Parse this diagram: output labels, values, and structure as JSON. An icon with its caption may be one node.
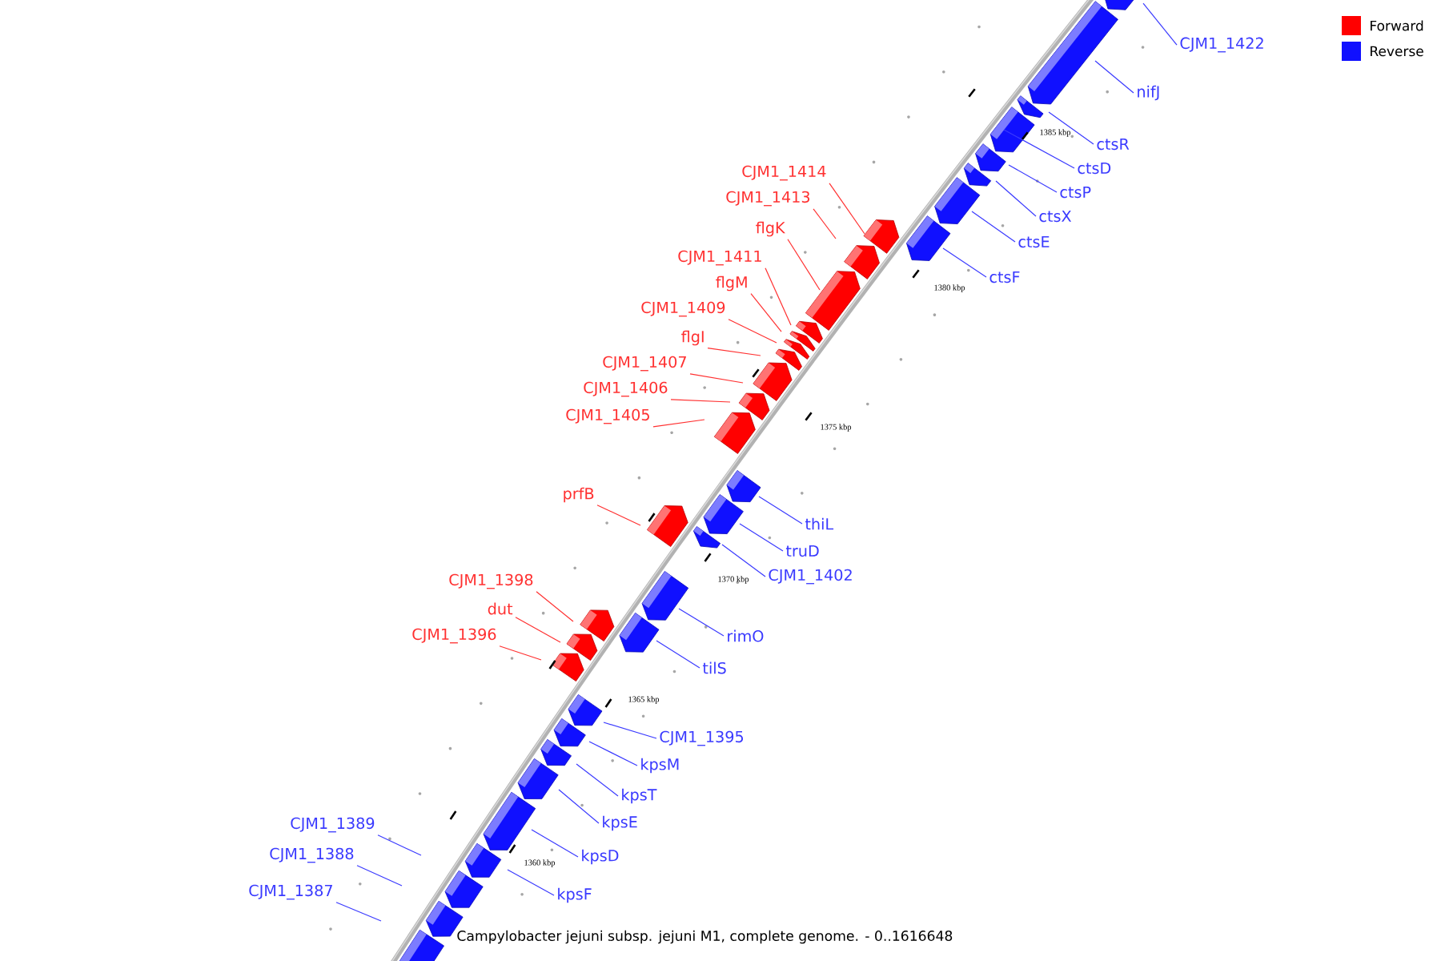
{
  "diagram": {
    "caption": "Campylobacter jejuni subsp. jejuni M1, complete genome. - 0..1616648",
    "nodes": [
      {
        "text": [
          "CJM1_1422"
        ]
      },
      {
        "text": [
          "nifJ"
        ]
      },
      {
        "text": [
          "ctsR"
        ]
      },
      {
        "text": [
          "ctsD"
        ]
      },
      {
        "text": [
          "CJM1_1414"
        ]
      },
      {
        "text": [
          "ctsP"
        ]
      },
      {
        "text": [
          "CJM1_1413"
        ]
      },
      {
        "text": [
          "ctsX"
        ]
      },
      {
        "text": [
          "flgK"
        ]
      },
      {
        "text": [
          "ctsE"
        ]
      },
      {
        "text": [
          "CJM1_1411"
        ]
      },
      {
        "text": [
          "ctsF"
        ]
      },
      {
        "text": [
          "flgM"
        ]
      },
      {
        "text": [
          "CJM1_1409"
        ]
      },
      {
        "text": [
          "flgI"
        ]
      },
      {
        "text": [
          "CJM1_1407"
        ]
      },
      {
        "text": [
          "CJM1_1406"
        ]
      },
      {
        "text": [
          "CJM1_1405"
        ]
      },
      {
        "text": [
          "prfB"
        ]
      },
      {
        "text": [
          "thiL"
        ]
      },
      {
        "text": [
          "truD"
        ]
      },
      {
        "text": [
          "CJM1_1402"
        ]
      },
      {
        "text": [
          "CJM1_1398"
        ]
      },
      {
        "text": [
          "dut"
        ]
      },
      {
        "text": [
          "rimO"
        ]
      },
      {
        "text": [
          "CJM1_1396"
        ]
      },
      {
        "text": [
          "tilS"
        ]
      },
      {
        "text": [
          "CJM1_1395"
        ]
      },
      {
        "text": [
          "kpsM"
        ]
      },
      {
        "text": [
          "kpsT"
        ]
      },
      {
        "text": [
          "kpsE"
        ]
      },
      {
        "text": [
          "CJM1_1389"
        ]
      },
      {
        "text": [
          "CJM1_1388"
        ]
      },
      {
        "text": [
          "kpsD"
        ]
      },
      {
        "text": [
          "CJM1_1387"
        ]
      },
      {
        "text": [
          "kpsF"
        ]
      }
    ],
    "edges": [
      {
        "from": 0,
        "to": null,
        "arrow": "none"
      },
      {
        "from": 1,
        "to": null,
        "arrow": "none"
      },
      {
        "from": 2,
        "to": null,
        "arrow": "none"
      },
      {
        "from": 3,
        "to": null,
        "arrow": "none"
      },
      {
        "from": 4,
        "to": null,
        "arrow": "none",
        "color": "#ff3030"
      },
      {
        "from": 5,
        "to": null,
        "arrow": "none"
      },
      {
        "from": 6,
        "to": null,
        "arrow": "none",
        "color": "#ff3030"
      },
      {
        "from": 7,
        "to": null,
        "arrow": "none"
      },
      {
        "from": 8,
        "to": null,
        "arrow": "none",
        "color": "#ff3030"
      },
      {
        "from": 9,
        "to": null,
        "arrow": "none"
      },
      {
        "from": 10,
        "to": null,
        "arrow": "none",
        "color": "#ff3030"
      },
      {
        "from": 11,
        "to": null,
        "arrow": "none"
      },
      {
        "from": 12,
        "to": null,
        "arrow": "none",
        "color": "#ff3030"
      },
      {
        "from": 13,
        "to": null,
        "arrow": "none",
        "color": "#ff3030"
      },
      {
        "from": 14,
        "to": null,
        "arrow": "none",
        "color": "#ff3030"
      },
      {
        "from": 15,
        "to": null,
        "arrow": "none",
        "color": "#ff3030"
      },
      {
        "from": 16,
        "to": null,
        "arrow": "none",
        "color": "#ff3030"
      },
      {
        "from": 17,
        "to": null,
        "arrow": "none",
        "color": "#ff3030"
      },
      {
        "from": 18,
        "to": null,
        "arrow": "none",
        "color": "#ff3030"
      },
      {
        "from": 19,
        "to": null,
        "arrow": "none"
      },
      {
        "from": 20,
        "to": null,
        "arrow": "none"
      },
      {
        "from": 21,
        "to": null,
        "arrow": "none"
      },
      {
        "from": 22,
        "to": null,
        "arrow": "none",
        "color": "#ff3030"
      },
      {
        "from": 23,
        "to": null,
        "arrow": "none",
        "color": "#ff3030"
      },
      {
        "from": 24,
        "to": null,
        "arrow": "none"
      },
      {
        "from": 25,
        "to": null,
        "arrow": "none",
        "color": "#ff3030"
      },
      {
        "from": 26,
        "to": null,
        "arrow": "none"
      },
      {
        "from": 27,
        "to": null,
        "arrow": "none"
      },
      {
        "from": 28,
        "to": null,
        "arrow": "none"
      },
      {
        "from": 29,
        "to": null,
        "arrow": "none"
      },
      {
        "from": 30,
        "to": null,
        "arrow": "none"
      },
      {
        "from": 31,
        "to": null,
        "arrow": "none"
      },
      {
        "from": 32,
        "to": null,
        "arrow": "none"
      },
      {
        "from": 33,
        "to": null,
        "arrow": "none"
      },
      {
        "from": 34,
        "to": null,
        "arrow": "none"
      },
      {
        "from": 35,
        "to": null,
        "arrow": "none"
      }
    ],
    "labels": [
      "1385 kbp",
      "1380 kbp",
      "1375 kbp",
      "1370 kbp",
      "1365 kbp",
      "1360 kbp"
    ],
    "legend": [
      {
        "text": "Forward",
        "color": "#ff0000"
      },
      {
        "text": "Reverse",
        "color": "#1010ff"
      }
    ]
  }
}
